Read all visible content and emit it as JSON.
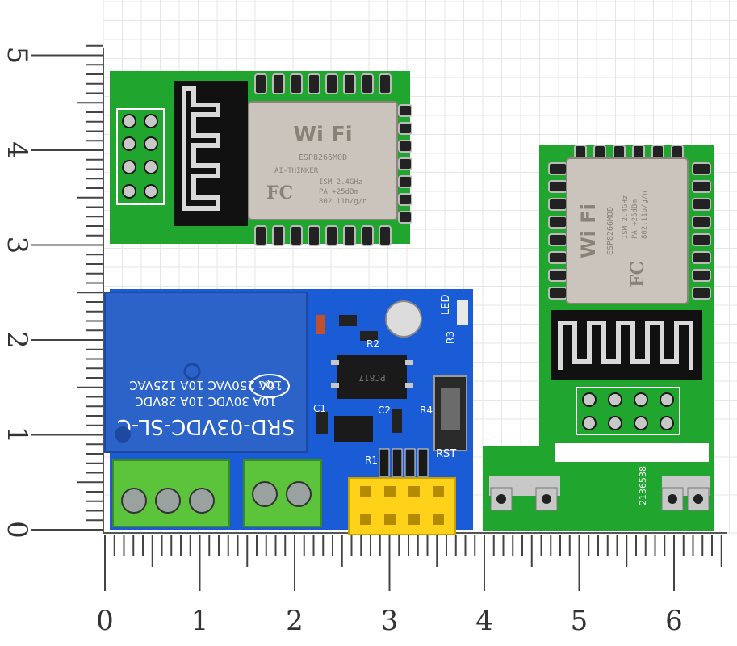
{
  "ruler": {
    "x_labels": [
      "0",
      "1",
      "2",
      "3",
      "4",
      "5",
      "6"
    ],
    "y_labels": [
      "0",
      "1",
      "2",
      "3",
      "4",
      "5"
    ]
  },
  "module_top": {
    "chip_brand": "Wi Fi",
    "chip_model": "ESP8266MOD",
    "chip_vendor": "AI-THINKER",
    "chip_specs": [
      "ISM 2.4GHz",
      "PA +25dBm",
      "802.11b/g/n"
    ],
    "fc_mark": "FC"
  },
  "relay_board": {
    "relay_model": "SRD-03VDC-SL-C",
    "relay_ratings": [
      "10A 250VAC  10A 125VAC",
      "10A 30VDC  10A 28VDC"
    ],
    "relay_cert": "CQC",
    "labels": {
      "led": "LED",
      "r2": "R2",
      "r3": "R3",
      "r4": "R4",
      "r1": "R1",
      "c1": "C1",
      "c2": "C2",
      "rst": "RST",
      "optocoupler": "PC817"
    }
  },
  "module_right": {
    "chip_brand": "Wi Fi",
    "chip_model": "ESP8266MOD",
    "chip_specs": [
      "ISM 2.4GHz",
      "PA +25dBm",
      "802.11b/g/n"
    ],
    "fc_mark": "FC",
    "serial": "2136538"
  },
  "colors": {
    "pcb_green": "#1fa62e",
    "pcb_blue": "#1a5bd6",
    "relay_blue": "#2b63c9",
    "terminal_green": "#5cc43a",
    "header_yellow": "#ffd21a",
    "shield_silver": "#c9c4bd"
  }
}
